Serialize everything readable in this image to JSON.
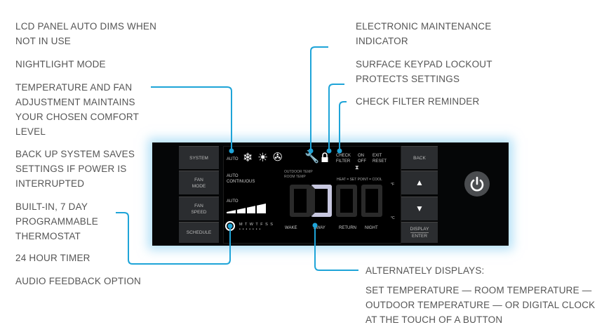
{
  "left_labels": [
    {
      "lines": [
        "LCD PANEL AUTO DIMS WHEN",
        "NOT IN USE"
      ]
    },
    {
      "lines": [
        "NIGHTLIGHT MODE"
      ]
    },
    {
      "lines": [
        "TEMPERATURE AND FAN",
        "ADJUSTMENT MAINTAINS",
        "YOUR CHOSEN COMFORT",
        "LEVEL"
      ]
    },
    {
      "lines": [
        "BACK UP SYSTEM SAVES",
        "SETTINGS IF POWER IS",
        "INTERRUPTED"
      ]
    },
    {
      "lines": [
        "BUILT-IN, 7 DAY",
        "PROGRAMMABLE",
        "THERMOSTAT"
      ]
    },
    {
      "lines": [
        "24 HOUR TIMER"
      ]
    },
    {
      "lines": [
        "AUDIO FEEDBACK OPTION"
      ]
    }
  ],
  "right_labels": [
    {
      "lines": [
        "ELECTRONIC MAINTENANCE",
        "INDICATOR"
      ]
    },
    {
      "lines": [
        "SURFACE KEYPAD LOCKOUT",
        "PROTECTS SETTINGS"
      ]
    },
    {
      "lines": [
        "CHECK FILTER REMINDER"
      ]
    }
  ],
  "bottom_label": {
    "lines": [
      "ALTERNATELY DISPLAYS:",
      "",
      "SET TEMPERATURE — ROOM TEMPERATURE —",
      "OUTDOOR TEMPERATURE — OR DIGITAL CLOCK",
      "AT THE TOUCH OF A BUTTON"
    ]
  },
  "panel": {
    "left_buttons": [
      "SYSTEM",
      "FAN\nMODE",
      "FAN\nSPEED",
      "SCHEDULE"
    ],
    "right_buttons": {
      "back": "BACK",
      "display": "DISPLAY",
      "enter": "ENTER"
    },
    "lcd": {
      "auto": "AUTO",
      "fan_mode": [
        "AUTO",
        "CONTINUOUS"
      ],
      "fan_speed": "AUTO",
      "check": "CHECK",
      "filter": "FILTER",
      "on": "ON",
      "off": "OFF",
      "exit": "EXIT",
      "reset": "RESET",
      "outdoor_temp": "OUTDOOR TEMP",
      "room_temp": "ROOM TEMP",
      "heat_setpoint_cool": "HEAT = SET POINT = COOL",
      "digit": "2",
      "days": "M T W T F S S",
      "periods": [
        "WAKE",
        "AWAY",
        "RETURN",
        "NIGHT"
      ],
      "units_f": "°F",
      "units_c": "°C"
    }
  },
  "colors": {
    "callout": "#1ea4d8",
    "text": "#555555",
    "panel": "#050607"
  }
}
